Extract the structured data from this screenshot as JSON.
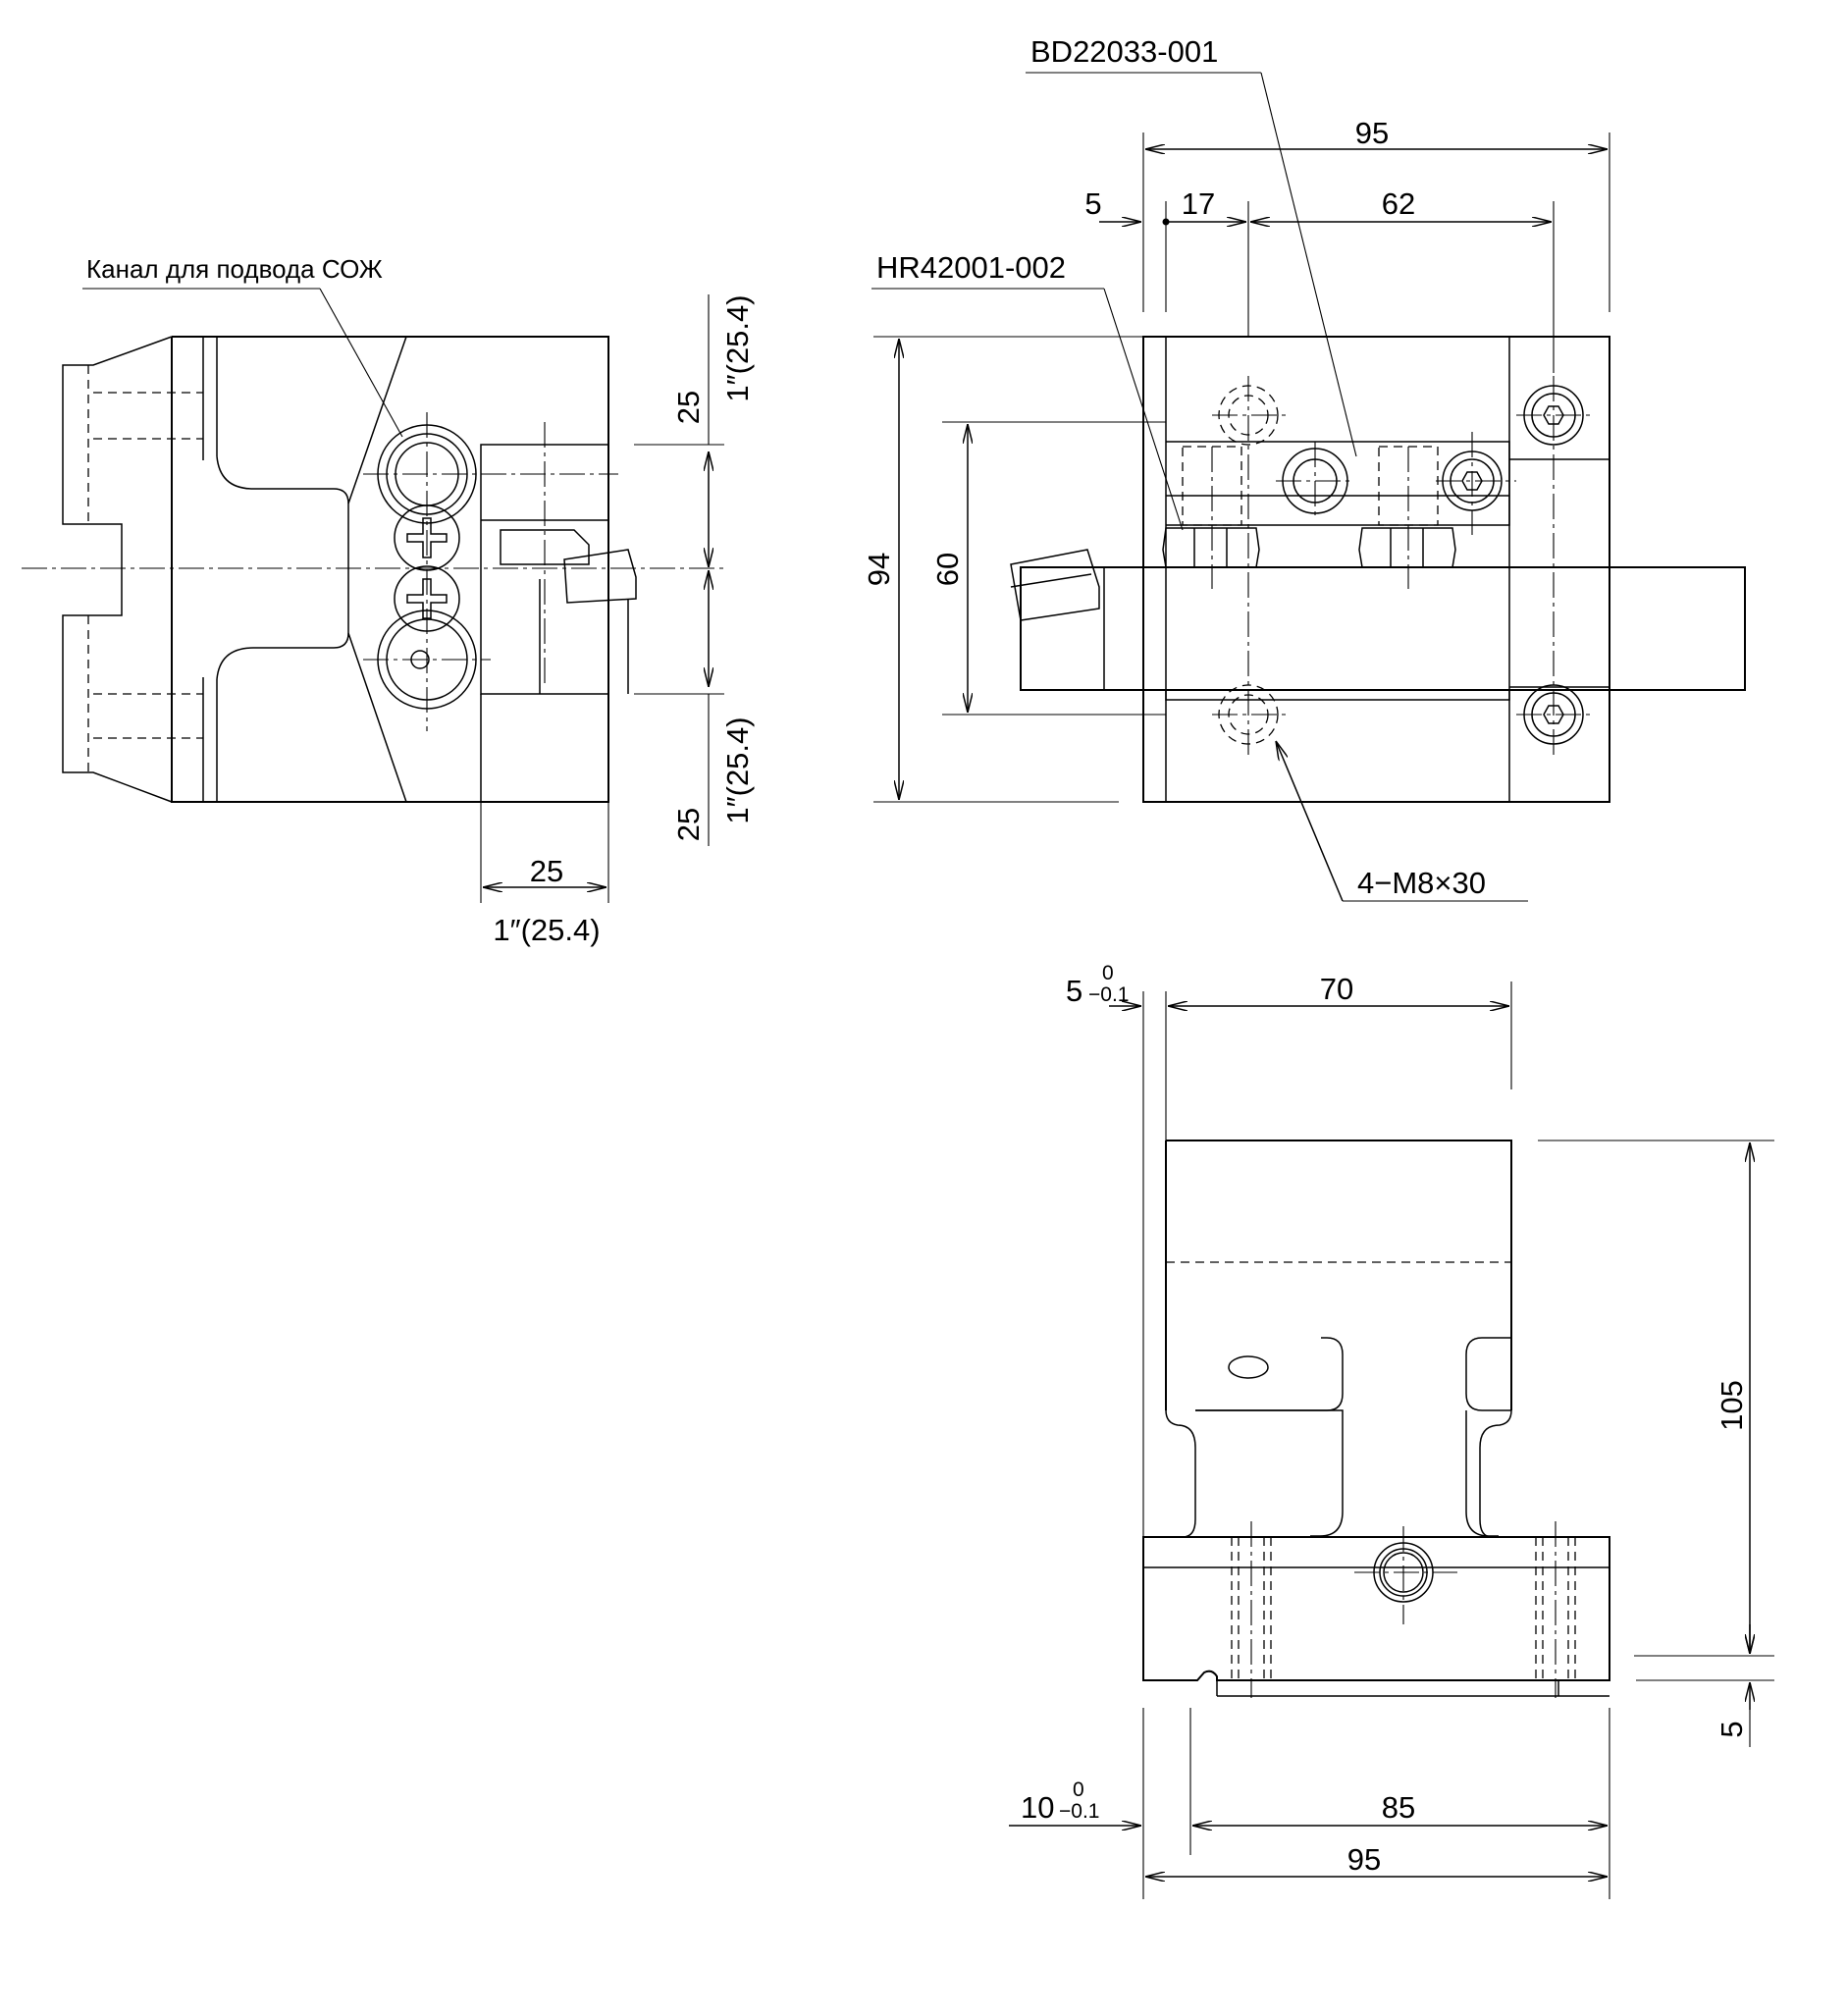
{
  "labels": {
    "coolant_channel": "Канал для подвода СОЖ",
    "bd_part": "BD22033-001",
    "hr_part": "HR42001-002",
    "bolts": "4−M8×30"
  },
  "dims": {
    "side_25_top": "25",
    "side_inch_top": "1″(25.4)",
    "side_25_bottom": "25",
    "side_inch_bottom": "1″(25.4)",
    "side_25_width": "25",
    "side_inch_width": "1″(25.4)",
    "top_95": "95",
    "top_5": "5",
    "top_17": "17",
    "top_62": "62",
    "top_94": "94",
    "top_60": "60",
    "front_5": "5",
    "front_5_upper": "0",
    "front_5_lower": "−0.1",
    "front_70": "70",
    "front_105": "105",
    "front_5_right": "5",
    "front_10": "10",
    "front_10_upper": "0",
    "front_10_lower": "−0.1",
    "front_85": "85",
    "front_95": "95"
  }
}
